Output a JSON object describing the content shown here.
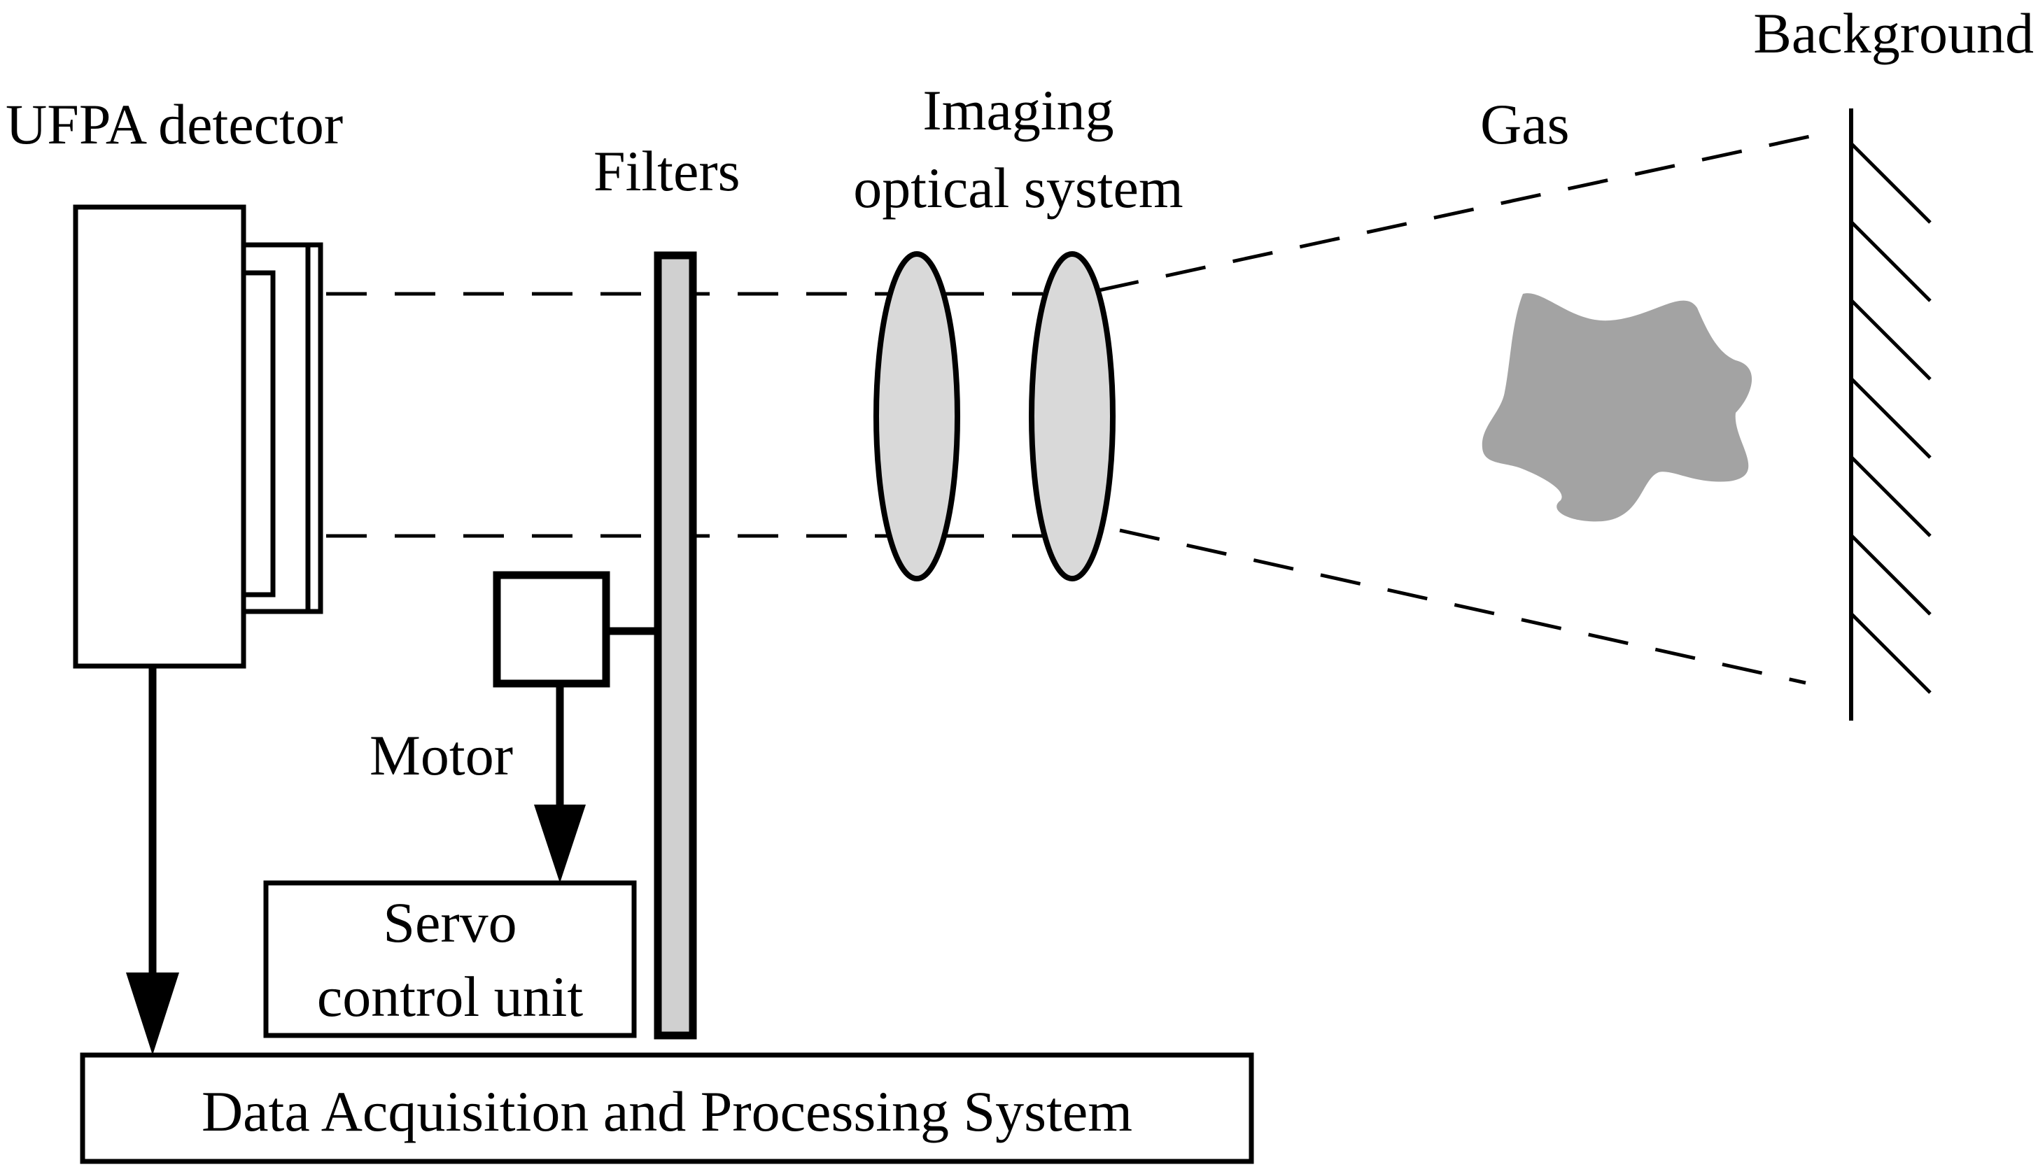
{
  "labels": {
    "detector": "UFPA detector",
    "filters": "Filters",
    "optics_line1": "Imaging",
    "optics_line2": "optical system",
    "gas": "Gas",
    "background": "Background",
    "motor": "Motor",
    "servo_line1": "Servo",
    "servo_line2": "control unit",
    "daq": "Data Acquisition and Processing System"
  },
  "colors": {
    "line": "#000000",
    "lens_fill": "#d9d9d9",
    "filter_fill": "#d0d0d0",
    "gas_fill": "#a3a3a3",
    "background": "#ffffff"
  }
}
